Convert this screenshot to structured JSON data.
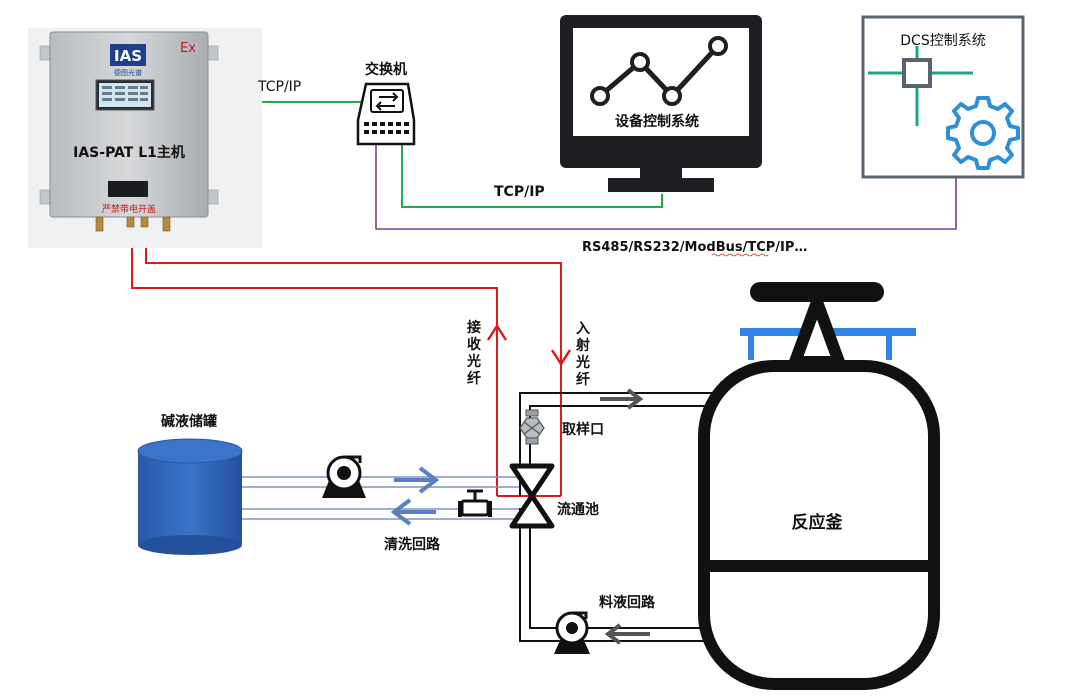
{
  "host": {
    "logo": "IAS",
    "logo_sub": "德图光谱",
    "ex_mark": "Ex",
    "name": "IAS-PAT L1主机",
    "warning": "严禁带电开盖"
  },
  "switch": {
    "label": "交换机"
  },
  "links": {
    "host_switch": "TCP/IP",
    "switch_monitor": "TCP/IP",
    "bus": "RS485/RS232/ModBus/TCP/IP…"
  },
  "monitor": {
    "label": "设备控制系统"
  },
  "dcs": {
    "label": "DCS控制系统"
  },
  "fibers": {
    "receive": [
      "接",
      "收",
      "光",
      "纤"
    ],
    "incident": [
      "入",
      "射",
      "光",
      "纤"
    ]
  },
  "process": {
    "tank": "碱液储罐",
    "sampling": "取样口",
    "flow_cell": "流通池",
    "cleaning_loop": "清洗回路",
    "feed_loop": "料液回路",
    "reactor": "反应釜"
  },
  "colors": {
    "ethernet": "#22aa55",
    "bus": "#7a3a9a",
    "fiber": "#dd1a1a",
    "pipe_blue": "#8090c8",
    "arrow_blue": "#5b7fc0",
    "tank": "#2b5fb0",
    "dcs_teal": "#1aa58c",
    "dcs_blue": "#2f8fd6",
    "reactor_blue": "#2f86e8"
  }
}
